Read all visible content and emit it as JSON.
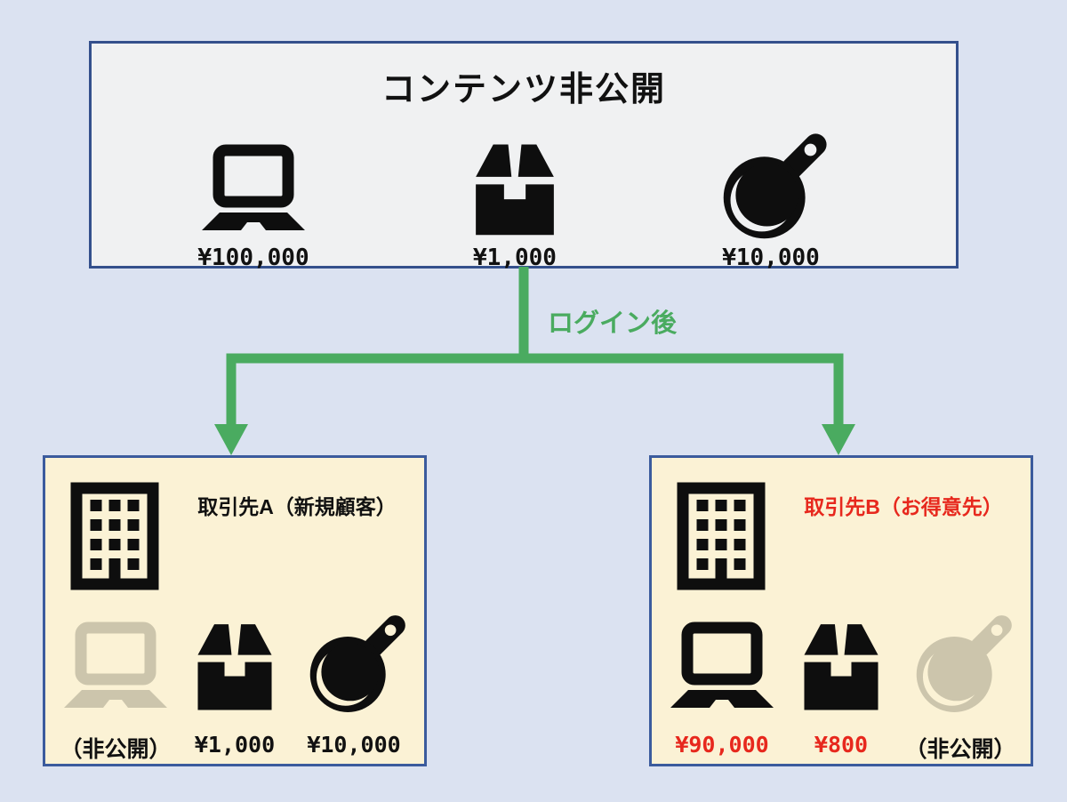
{
  "colors": {
    "page_background": "#dbe2f1",
    "top_box_background": "#f0f1f2",
    "top_box_border": "#34508c",
    "client_box_background": "#fbf2d5",
    "client_box_border": "#3b5b9d",
    "arrow_green": "#4aab60",
    "highlight_red": "#e7281d",
    "icon_black": "#0e0e0e",
    "icon_disabled_gray": "#ccc5ac"
  },
  "top_box": {
    "title": "コンテンツ非公開",
    "items": [
      {
        "icon": "laptop-icon",
        "price": "¥100,000",
        "state": "normal"
      },
      {
        "icon": "box-icon",
        "price": "¥1,000",
        "state": "normal"
      },
      {
        "icon": "frying-pan-icon",
        "price": "¥10,000",
        "state": "normal"
      }
    ]
  },
  "connector": {
    "label": "ログイン後"
  },
  "client_a": {
    "title": "取引先A（新規顧客）",
    "items": [
      {
        "icon": "laptop-icon",
        "price": "（非公開）",
        "state": "hidden"
      },
      {
        "icon": "box-icon",
        "price": "¥1,000",
        "state": "normal"
      },
      {
        "icon": "frying-pan-icon",
        "price": "¥10,000",
        "state": "normal"
      }
    ]
  },
  "client_b": {
    "title": "取引先B（お得意先）",
    "items": [
      {
        "icon": "laptop-icon",
        "price": "¥90,000",
        "state": "discount"
      },
      {
        "icon": "box-icon",
        "price": "¥800",
        "state": "discount"
      },
      {
        "icon": "frying-pan-icon",
        "price": "（非公開）",
        "state": "hidden"
      }
    ]
  }
}
